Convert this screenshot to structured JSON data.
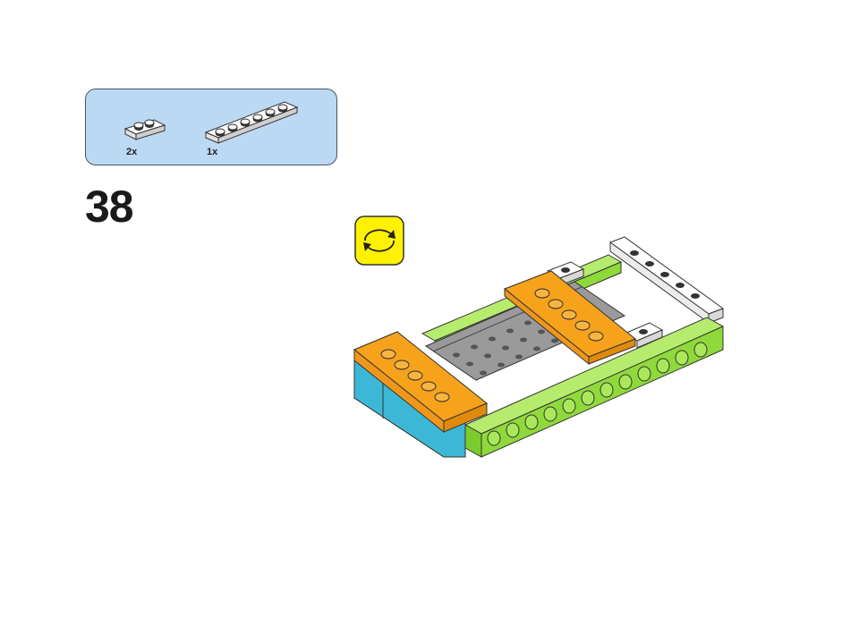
{
  "step": {
    "number": "38"
  },
  "parts_list": [
    {
      "quantity": "2x",
      "part": "white-1x2-plate"
    },
    {
      "quantity": "1x",
      "part": "white-1x6-plate"
    }
  ],
  "rotate": {
    "icon": "rotate-model-icon"
  },
  "colors": {
    "parts_box_bg": "#bcd9f3",
    "rotate_badge": "#fff200",
    "lime": "#8fd93b",
    "orange": "#f7a21b",
    "azure": "#3cb8d6",
    "gray": "#8d8d8d",
    "white_plate": "#f4f4f4"
  }
}
